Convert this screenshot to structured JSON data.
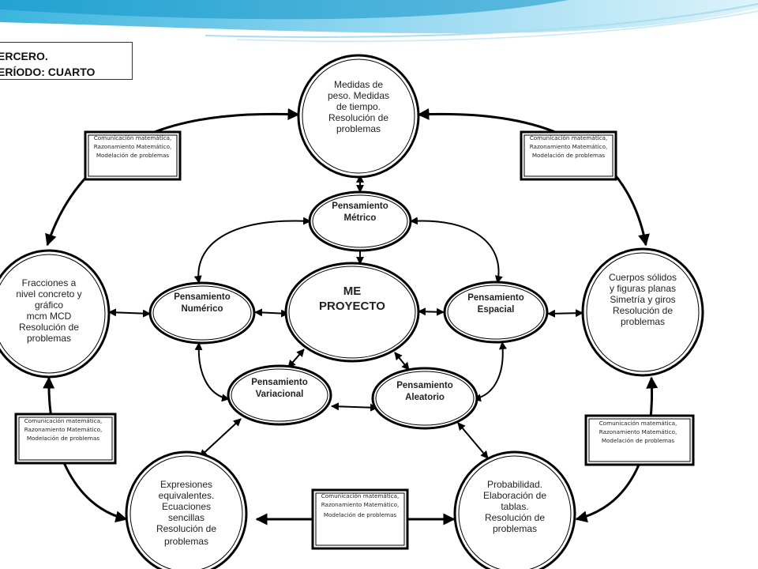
{
  "header": {
    "line1": "ERCERO.",
    "line2": "ERÍODO: CUARTO"
  },
  "center": {
    "line1": "ME",
    "line2": "PROYECTO"
  },
  "thinking": {
    "metrico": {
      "line1": "Pensamiento",
      "line2": "Métrico"
    },
    "numerico": {
      "line1": "Pensamiento",
      "line2": "Numérico"
    },
    "espacial": {
      "line1": "Pensamiento",
      "line2": "Espacial"
    },
    "variacional": {
      "line1": "Pensamiento",
      "line2": "Variacional"
    },
    "aleatorio": {
      "line1": "Pensamiento",
      "line2": "Aleatorio"
    }
  },
  "topics": {
    "top": [
      "Medidas de",
      "peso. Medidas",
      "de tiempo.",
      "Resolución de",
      "problemas"
    ],
    "left": [
      "Fracciones a",
      "nivel concreto y",
      "gráfico",
      "mcm MCD",
      "Resolución de",
      "problemas"
    ],
    "right": [
      "Cuerpos sólidos",
      "y figuras planas",
      "Simetría y giros",
      "Resolución de",
      "problemas"
    ],
    "bottom_left": [
      "Expresiones",
      "equivalentes.",
      "Ecuaciones",
      "sencillas",
      "Resolución de",
      "problemas"
    ],
    "bottom_right": [
      "Probabilidad.",
      "Elaboración de",
      "tablas.",
      "Resolución de",
      "problemas"
    ]
  },
  "competencies": {
    "line1": "Comunicación matemática,",
    "line2": "Razonamiento Matemático,",
    "line3": "Modelación de problemas"
  }
}
